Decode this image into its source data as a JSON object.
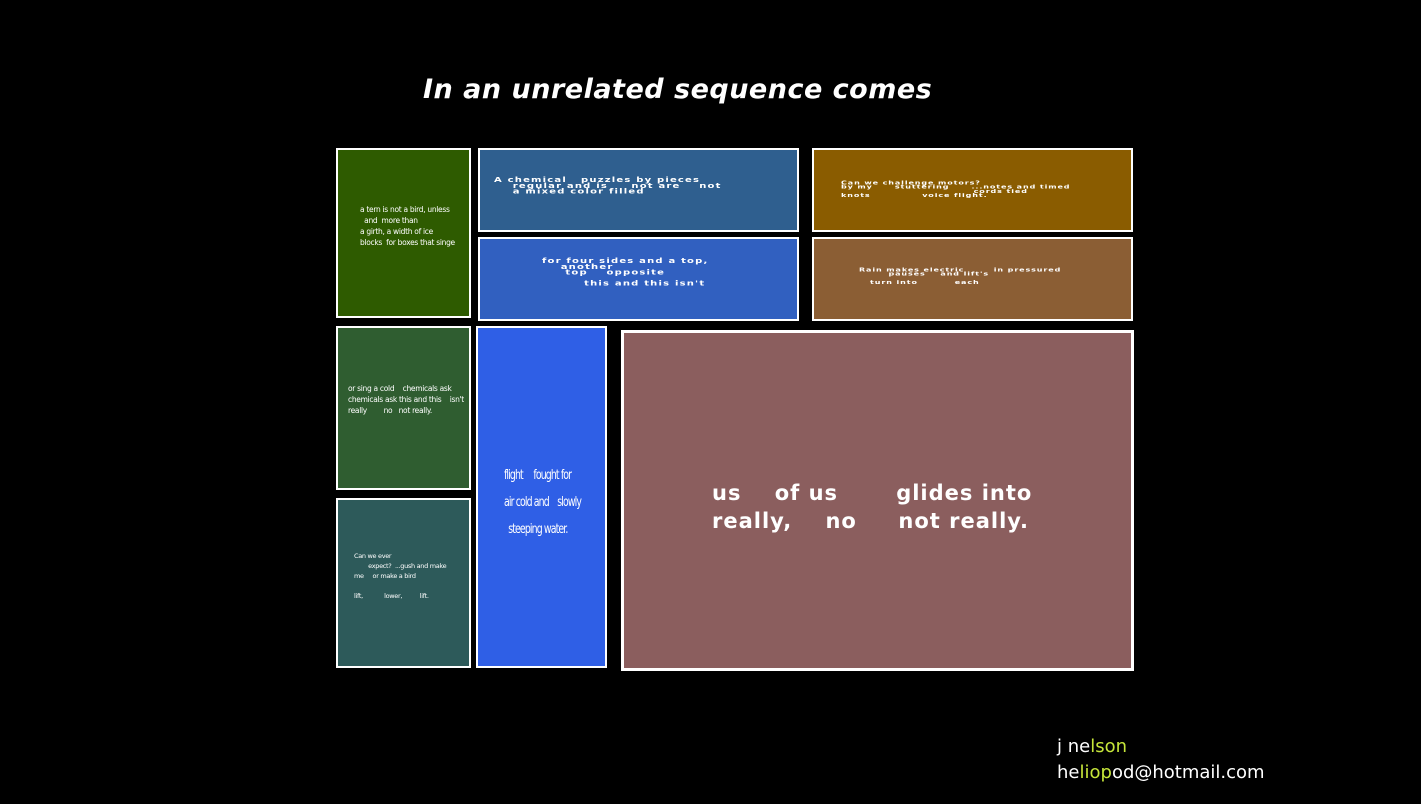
{
  "title": "In an unrelated sequence comes",
  "panels": {
    "green_top": {
      "color": "#2e5b00",
      "text": "a tern is not a bird, unless\n  and  more than\na girth, a width of ice\nblocks  for boxes that singe"
    },
    "blue_top": {
      "color": "#2f5f8f",
      "text": "A chemical   puzzles by pieces\n    regular and is     not are    not\n    a mixed color filled"
    },
    "blue_mid": {
      "color": "#3160c0",
      "text": "for four sides and a top,\n    another\n     top    opposite\n\n         this and this isn't"
    },
    "orange_top": {
      "color": "#8a5c00",
      "text": "Can we challenge motors?\nby my      stuttering      ...notes and timed\n                                    cords tied\nknots              voice flight."
    },
    "orange_mid": {
      "color": "#8b5e34",
      "text": "Rain makes electric        in pressured\n        pauses    and lift's\n\n   turn into          each"
    },
    "green_mid": {
      "color": "#2f5d30",
      "text": "or sing a cold    chemicals ask\nchemicals ask this and this    isn't\nreally        no   not really."
    },
    "teal_bottom": {
      "color": "#2d5a5a",
      "text": "Can we ever\n        expect?  ...gush and make\nme     or make a bird\n\nlift,            lower,          lift."
    },
    "blue_tall": {
      "color": "#2f5fe6",
      "text": "flight     fought for\nair cold and    slowly\n  steeping water."
    },
    "mauve_big": {
      "color": "#8b5e5e",
      "text": "us    of us       glides into\nreally,    no     not really."
    }
  },
  "signature": {
    "line1_a": "j ne",
    "line1_b": "lson",
    "line2_a": "he",
    "line2_b": "liop",
    "line2_c": "od@hotmail.com",
    "highlight_color": "#c6e63a"
  }
}
